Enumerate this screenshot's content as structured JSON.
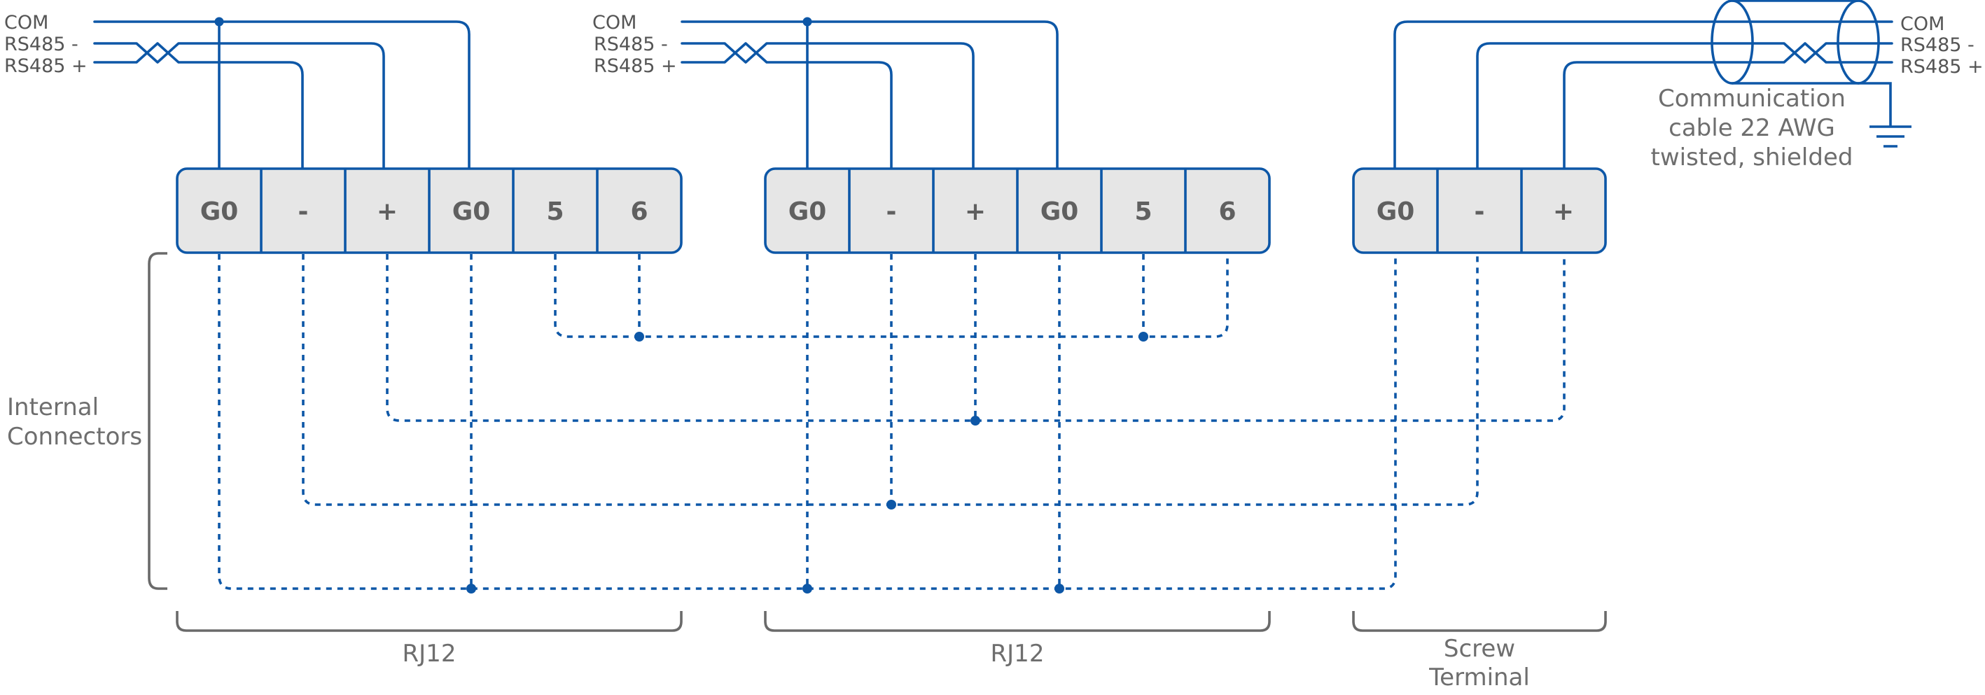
{
  "signal_labels": {
    "com": "COM",
    "rs485_minus": "RS485 -",
    "rs485_plus": "RS485 +"
  },
  "connectors": {
    "rj12_1": {
      "pins": [
        "G0",
        "-",
        "+",
        "G0",
        "5",
        "6"
      ],
      "label": "RJ12"
    },
    "rj12_2": {
      "pins": [
        "G0",
        "-",
        "+",
        "G0",
        "5",
        "6"
      ],
      "label": "RJ12"
    },
    "screw": {
      "pins": [
        "G0",
        "-",
        "+"
      ],
      "label_line1": "Screw",
      "label_line2": "Terminal"
    }
  },
  "internal_label": {
    "line1": "Internal",
    "line2": "Connectors"
  },
  "cable_label": {
    "line1": "Communication",
    "line2": "cable 22 AWG",
    "line3": "twisted, shielded"
  },
  "colors": {
    "wire": "#0d57a7",
    "pin_fill": "#e6e6e6",
    "text": "#6e6e6e"
  }
}
